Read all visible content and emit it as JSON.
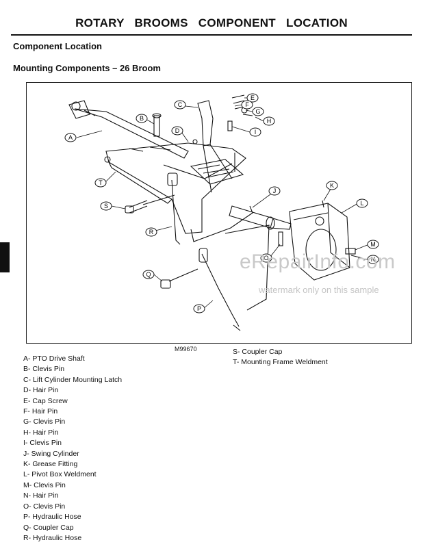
{
  "page": {
    "title": "ROTARY BROOMS   COMPONENT LOCATION",
    "section": "Component Location",
    "subsection": "Mounting Components – 26 Broom"
  },
  "figure": {
    "id": "M99670",
    "callouts": [
      "A",
      "B",
      "C",
      "D",
      "E",
      "F",
      "G",
      "H",
      "I",
      "J",
      "K",
      "L",
      "M",
      "N",
      "O",
      "P",
      "Q",
      "R",
      "S",
      "T"
    ]
  },
  "legend_left": [
    "A- PTO Drive Shaft",
    "B- Clevis Pin",
    "C- Lift Cylinder Mounting Latch",
    "D- Hair Pin",
    "E- Cap Screw",
    "F- Hair Pin",
    "G- Clevis Pin",
    "H- Hair Pin",
    "I- Clevis Pin",
    "J- Swing Cylinder",
    "K- Grease Fitting",
    "L- Pivot Box Weldment",
    "M- Clevis Pin",
    "N- Hair Pin",
    "O- Clevis Pin",
    "P- Hydraulic Hose",
    "Q- Coupler Cap",
    "R- Hydraulic Hose"
  ],
  "legend_right": [
    "S- Coupler Cap",
    "T- Mounting Frame Weldment"
  ],
  "watermark": {
    "brand": "eRepairInfo.com",
    "note": "watermark only on this sample"
  }
}
